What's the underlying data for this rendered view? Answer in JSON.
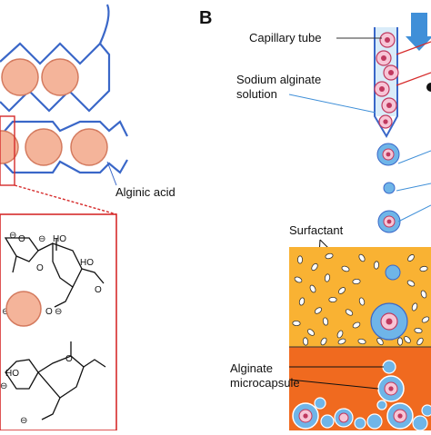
{
  "panel_b": {
    "letter": "B",
    "capillary_label": "Capillary tube",
    "alginate_label_line1": "Sodium alginate",
    "alginate_label_line2": "solution",
    "surfactant_label": "Surfactant",
    "capsule_label_line1": "Alginate",
    "capsule_label_line2": "microcapsule"
  },
  "panel_a": {
    "alginic_label": "Alginic acid",
    "chem": {
      "ho1": "HO",
      "ho2": "HO",
      "ho3": "HO",
      "o1": "O",
      "o2": "O",
      "o3": "O",
      "o4": "O",
      "o5": "O",
      "minus": "⊖"
    }
  },
  "colors": {
    "chain_blue": "#3a67c8",
    "cell_fill": "#f4b49a",
    "cell_stroke": "#d47a5e",
    "inset_red": "#d62b2b",
    "oil_orange": "#f9b233",
    "water_orange": "#f06a1f",
    "droplet_blue": "#6fb5e8",
    "arrow_blue": "#3f8fd8"
  }
}
